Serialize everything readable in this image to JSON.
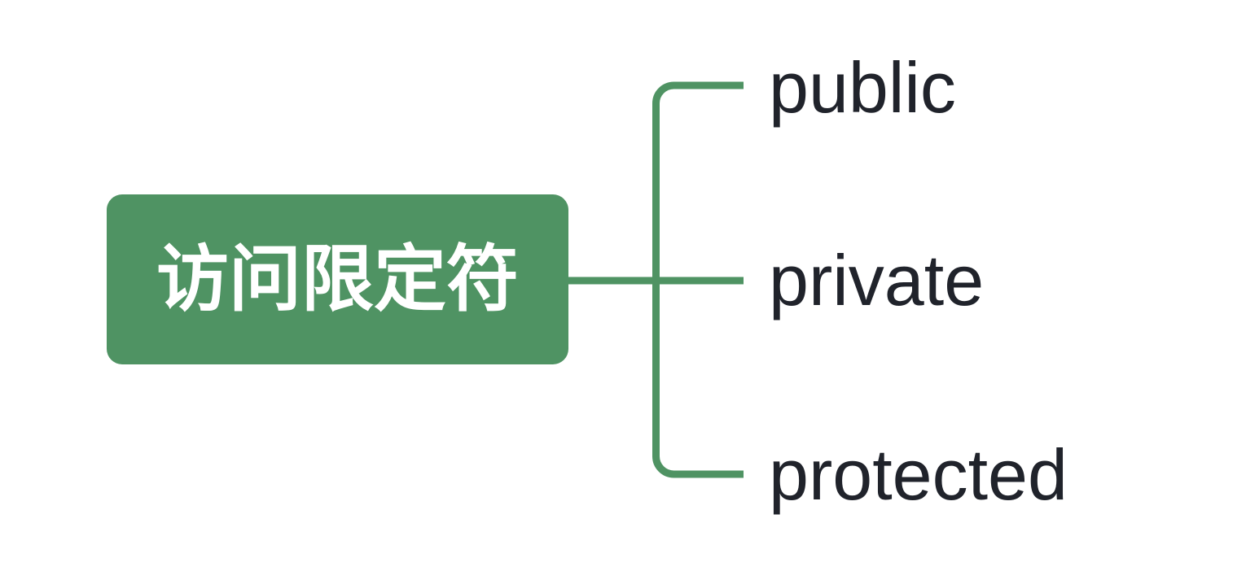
{
  "diagram": {
    "type": "mind-map",
    "title": "访问限定符",
    "background_color": "#ffffff",
    "accent_color": "#4f9363",
    "text_color": "#20232b",
    "root": {
      "label": "访问限定符",
      "label_color": "#ffffff",
      "fill_color": "#4f9363"
    },
    "branches": [
      {
        "label": "public",
        "color": "#20232b"
      },
      {
        "label": "private",
        "color": "#20232b"
      },
      {
        "label": "protected",
        "color": "#20232b"
      }
    ],
    "connector": {
      "color": "#4f9363",
      "stroke_width": 9,
      "corner_radius": 22
    }
  }
}
